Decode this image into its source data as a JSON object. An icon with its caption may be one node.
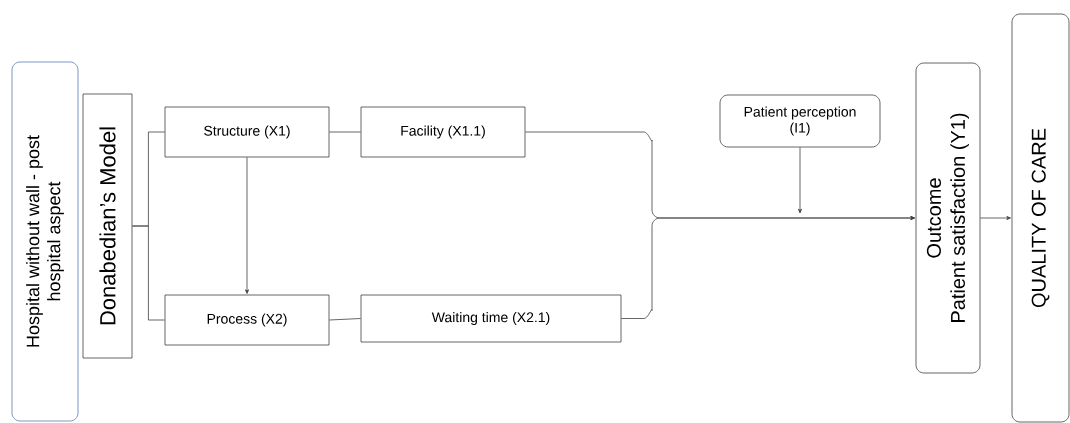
{
  "diagram": {
    "nodes": [
      {
        "text": [
          "Hospital without wall - post hospital aspect"
        ]
      },
      {
        "text": [
          "Donabedian’s Model"
        ]
      },
      {
        "text": [
          "Structure (X1)"
        ]
      },
      {
        "text": [
          "Process (X2)"
        ]
      },
      {
        "text": [
          "Facility (X1.1)"
        ]
      },
      {
        "text": [
          "Waiting time (X2.1)"
        ]
      },
      {
        "text": [
          "Patient perception (I1)"
        ]
      },
      {
        "text": [
          "Outcome",
          "Patient satisfaction (Y1)"
        ]
      },
      {
        "text": [
          "QUALITY OF CARE"
        ]
      }
    ],
    "edges": [
      {
        "from": 1,
        "to": 2,
        "arrow": "none"
      },
      {
        "from": 1,
        "to": 3,
        "arrow": "none"
      },
      {
        "from": 2,
        "to": 4,
        "arrow": "none"
      },
      {
        "from": 3,
        "to": 5,
        "arrow": "none"
      },
      {
        "from": 2,
        "to": 3,
        "arrow": "to"
      },
      {
        "from": 4,
        "to": 7,
        "arrow": "to"
      },
      {
        "from": 5,
        "to": 7,
        "arrow": "to"
      },
      {
        "from": 6,
        "to": null,
        "arrow": "to"
      },
      {
        "from": 7,
        "to": 8,
        "arrow": "to"
      }
    ]
  }
}
